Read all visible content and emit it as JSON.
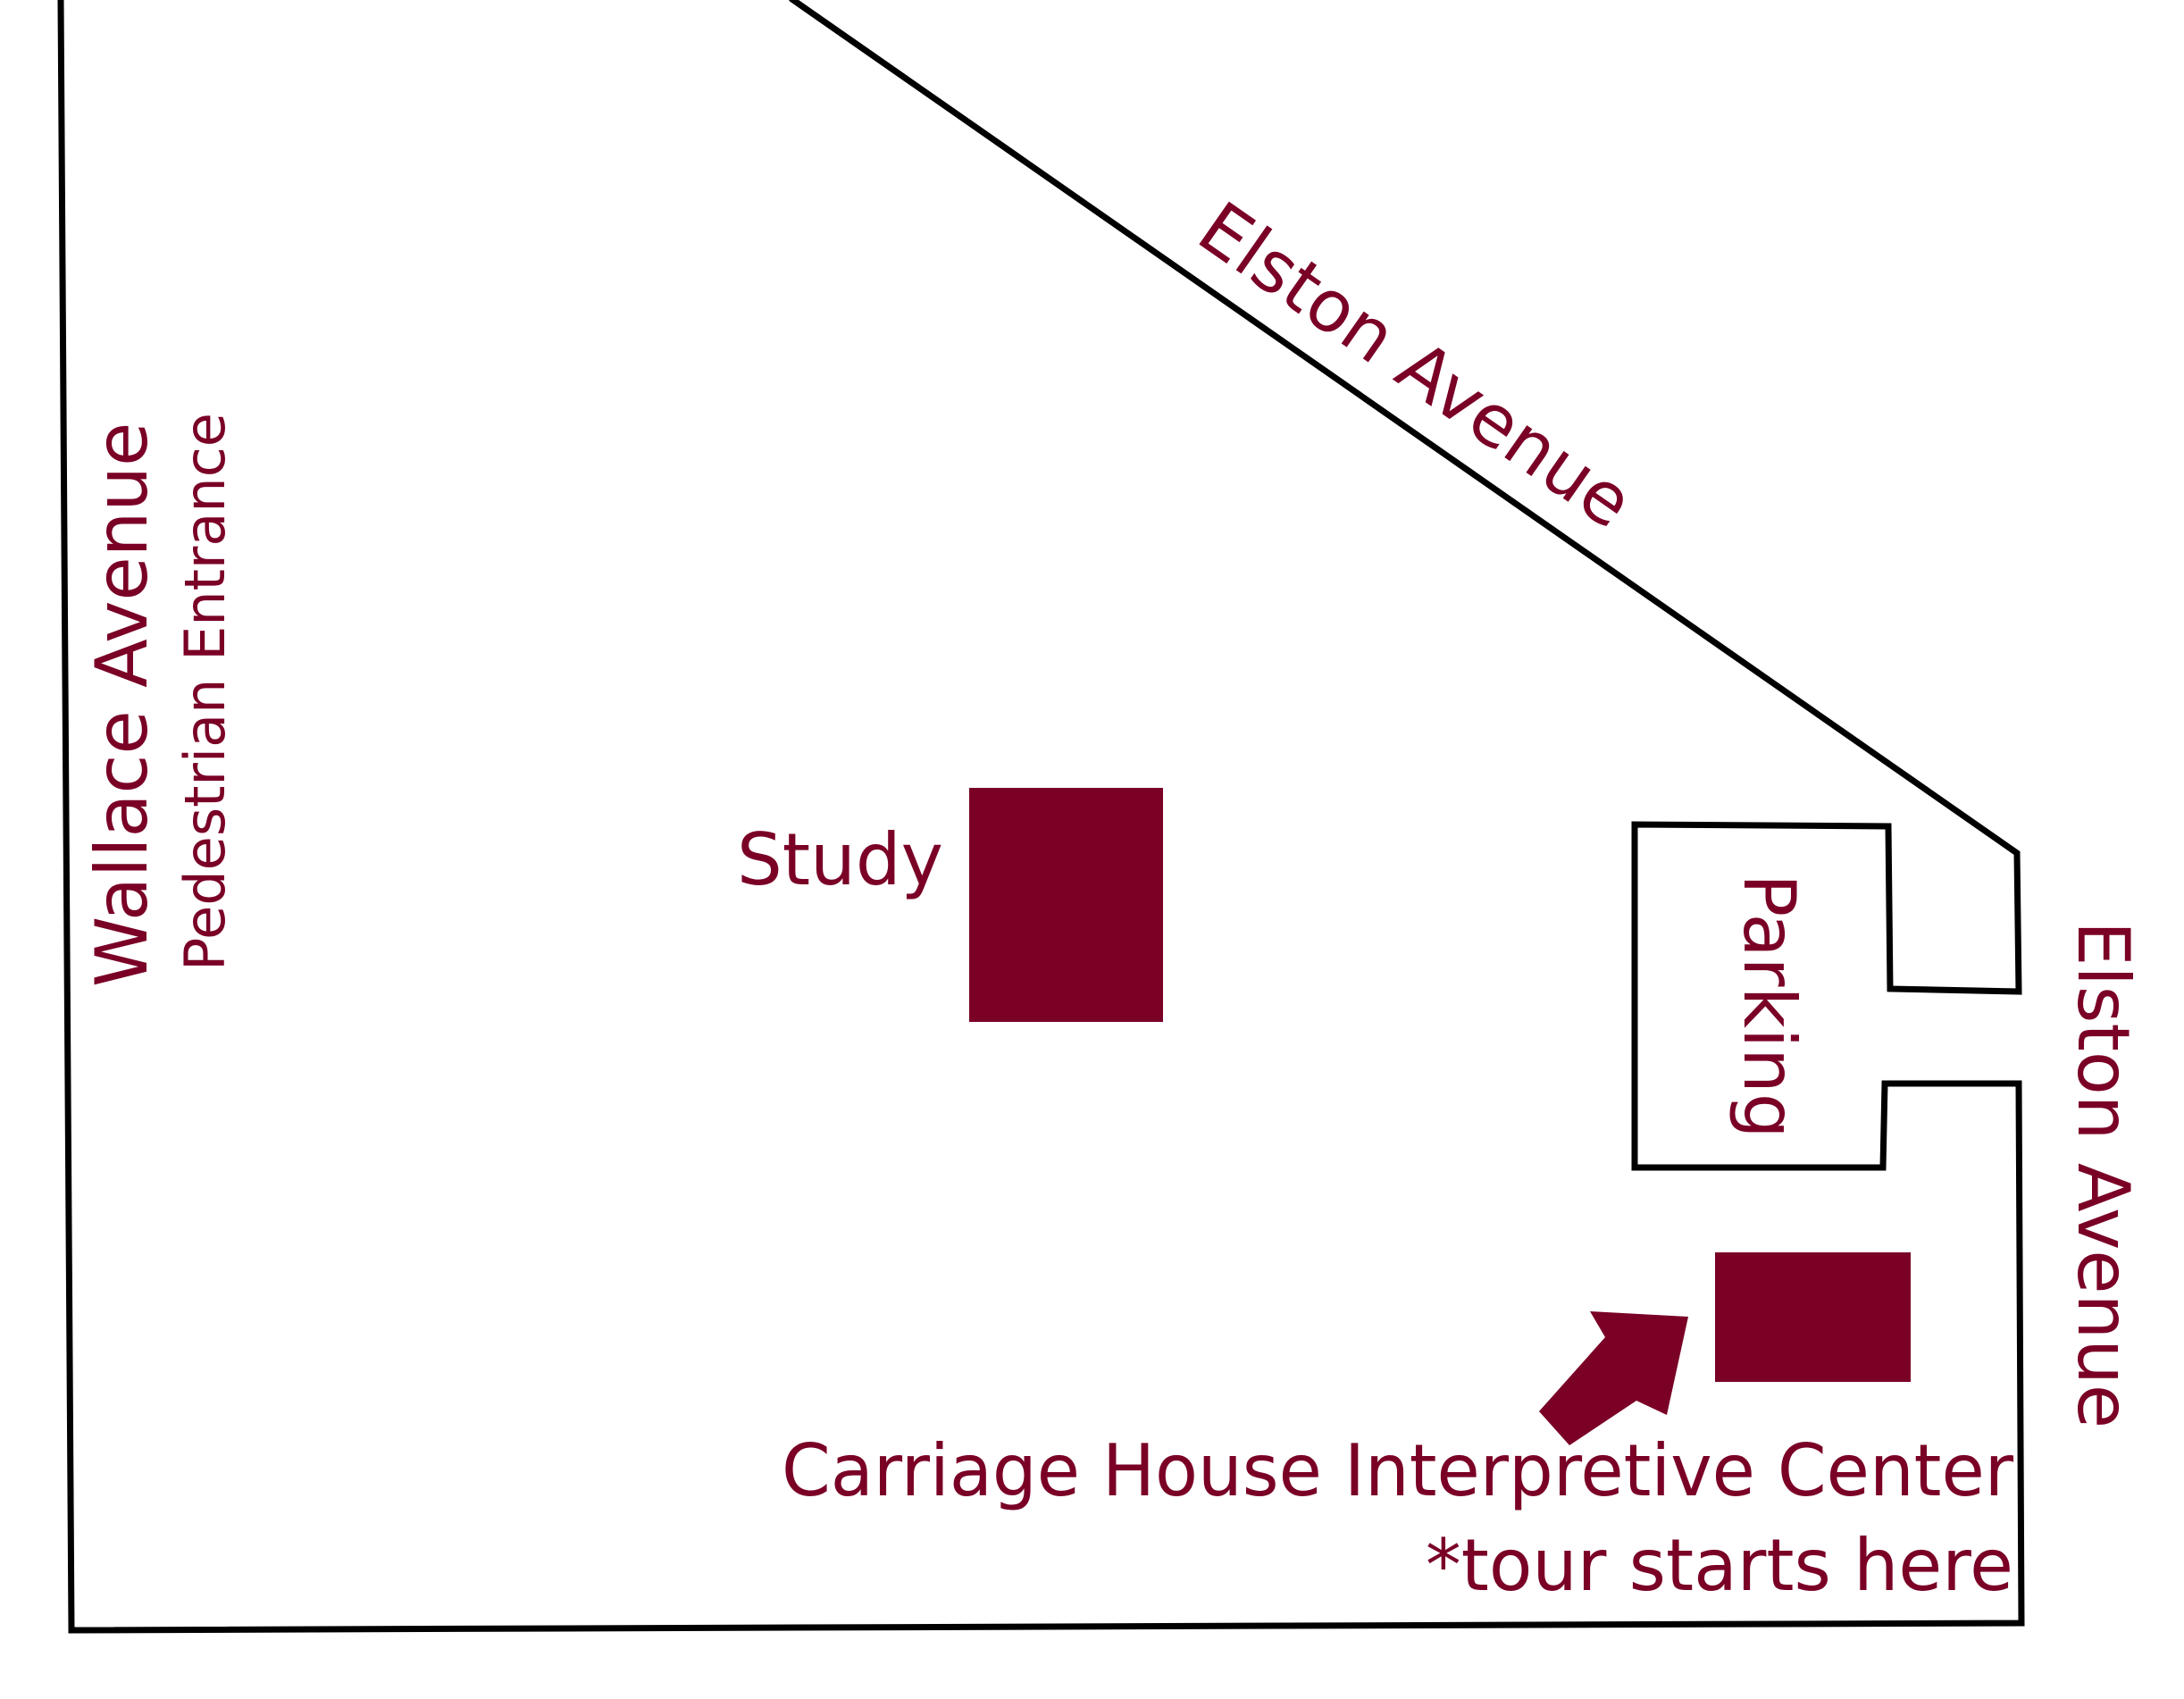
{
  "colors": {
    "accent": "#7a0026",
    "boundary": "#000000",
    "background": "#ffffff"
  },
  "streets": {
    "elston_top": "Elston Avenue",
    "elston_right": "Elston Avenue",
    "wallace": "Wallace Avenue",
    "pedestrian_entrance": "Pedestrian Entrance"
  },
  "buildings": {
    "study": "Study",
    "parking": "Parking"
  },
  "carriage_house": {
    "name": "Carriage House Interpretive Center",
    "note": "*tour starts here"
  },
  "icons": {
    "arrow": "arrow-up-right-icon"
  }
}
